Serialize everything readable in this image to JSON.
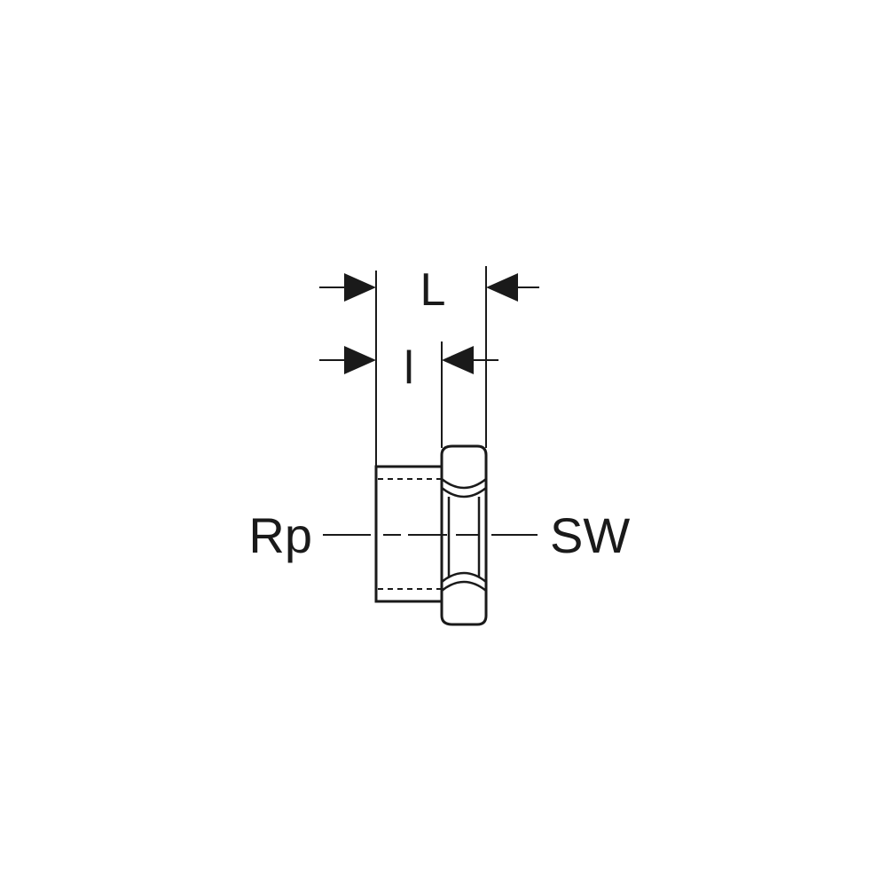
{
  "labels": {
    "overall_length": "L",
    "thread_length": "l",
    "inner_thread": "Rp",
    "wrench_size": "SW"
  },
  "colors": {
    "ink": "#1a1a1a",
    "background": "#ffffff"
  }
}
